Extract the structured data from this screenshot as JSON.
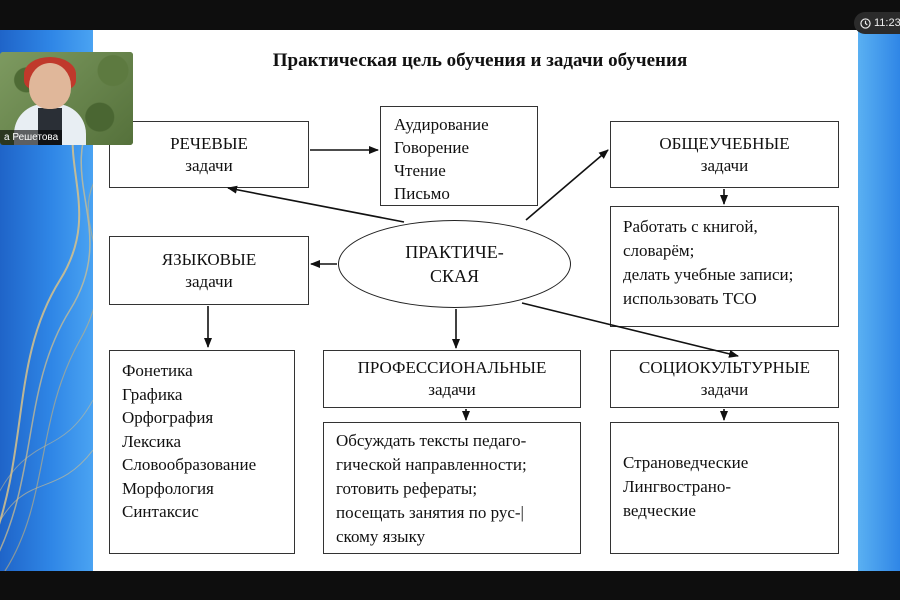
{
  "clock": {
    "time": "11:23",
    "icon": "clock-icon"
  },
  "participant": {
    "name": "а Решетова"
  },
  "slide": {
    "title": "Практическая цель обучения и задачи обучения",
    "center": [
      "ПРАКТИЧЕ-",
      "СКАЯ"
    ],
    "boxes": {
      "rechevye": [
        "РЕЧЕВЫЕ",
        "задачи"
      ],
      "rechevye_list": [
        "Аудирование",
        "Говорение",
        "Чтение",
        "Письмо"
      ],
      "obscheuchebnye": [
        "ОБЩЕУЧЕБНЫЕ",
        "задачи"
      ],
      "obscheuchebnye_list": [
        "Работать с книгой,",
        "словарём;",
        "делать учебные записи;",
        "использовать ТСО"
      ],
      "yazykovye": [
        "ЯЗЫКОВЫЕ",
        "задачи"
      ],
      "yazykovye_list": [
        "Фонетика",
        "Графика",
        "Орфография",
        "Лексика",
        "Словообразование",
        "Морфология",
        "Синтаксис"
      ],
      "professionalnye": [
        "ПРОФЕССИОНАЛЬНЫЕ",
        "задачи"
      ],
      "professionalnye_list": [
        "Обсуждать тексты педаго-",
        "гической направленности;",
        "готовить рефераты;",
        "посещать занятия по рус-|",
        "скому языку"
      ],
      "sociokulturnye": [
        "СОЦИОКУЛЬТУРНЫЕ",
        "задачи"
      ],
      "sociokulturnye_list": [
        "Страноведческие",
        "Лингвострано-",
        "ведческие"
      ]
    }
  }
}
